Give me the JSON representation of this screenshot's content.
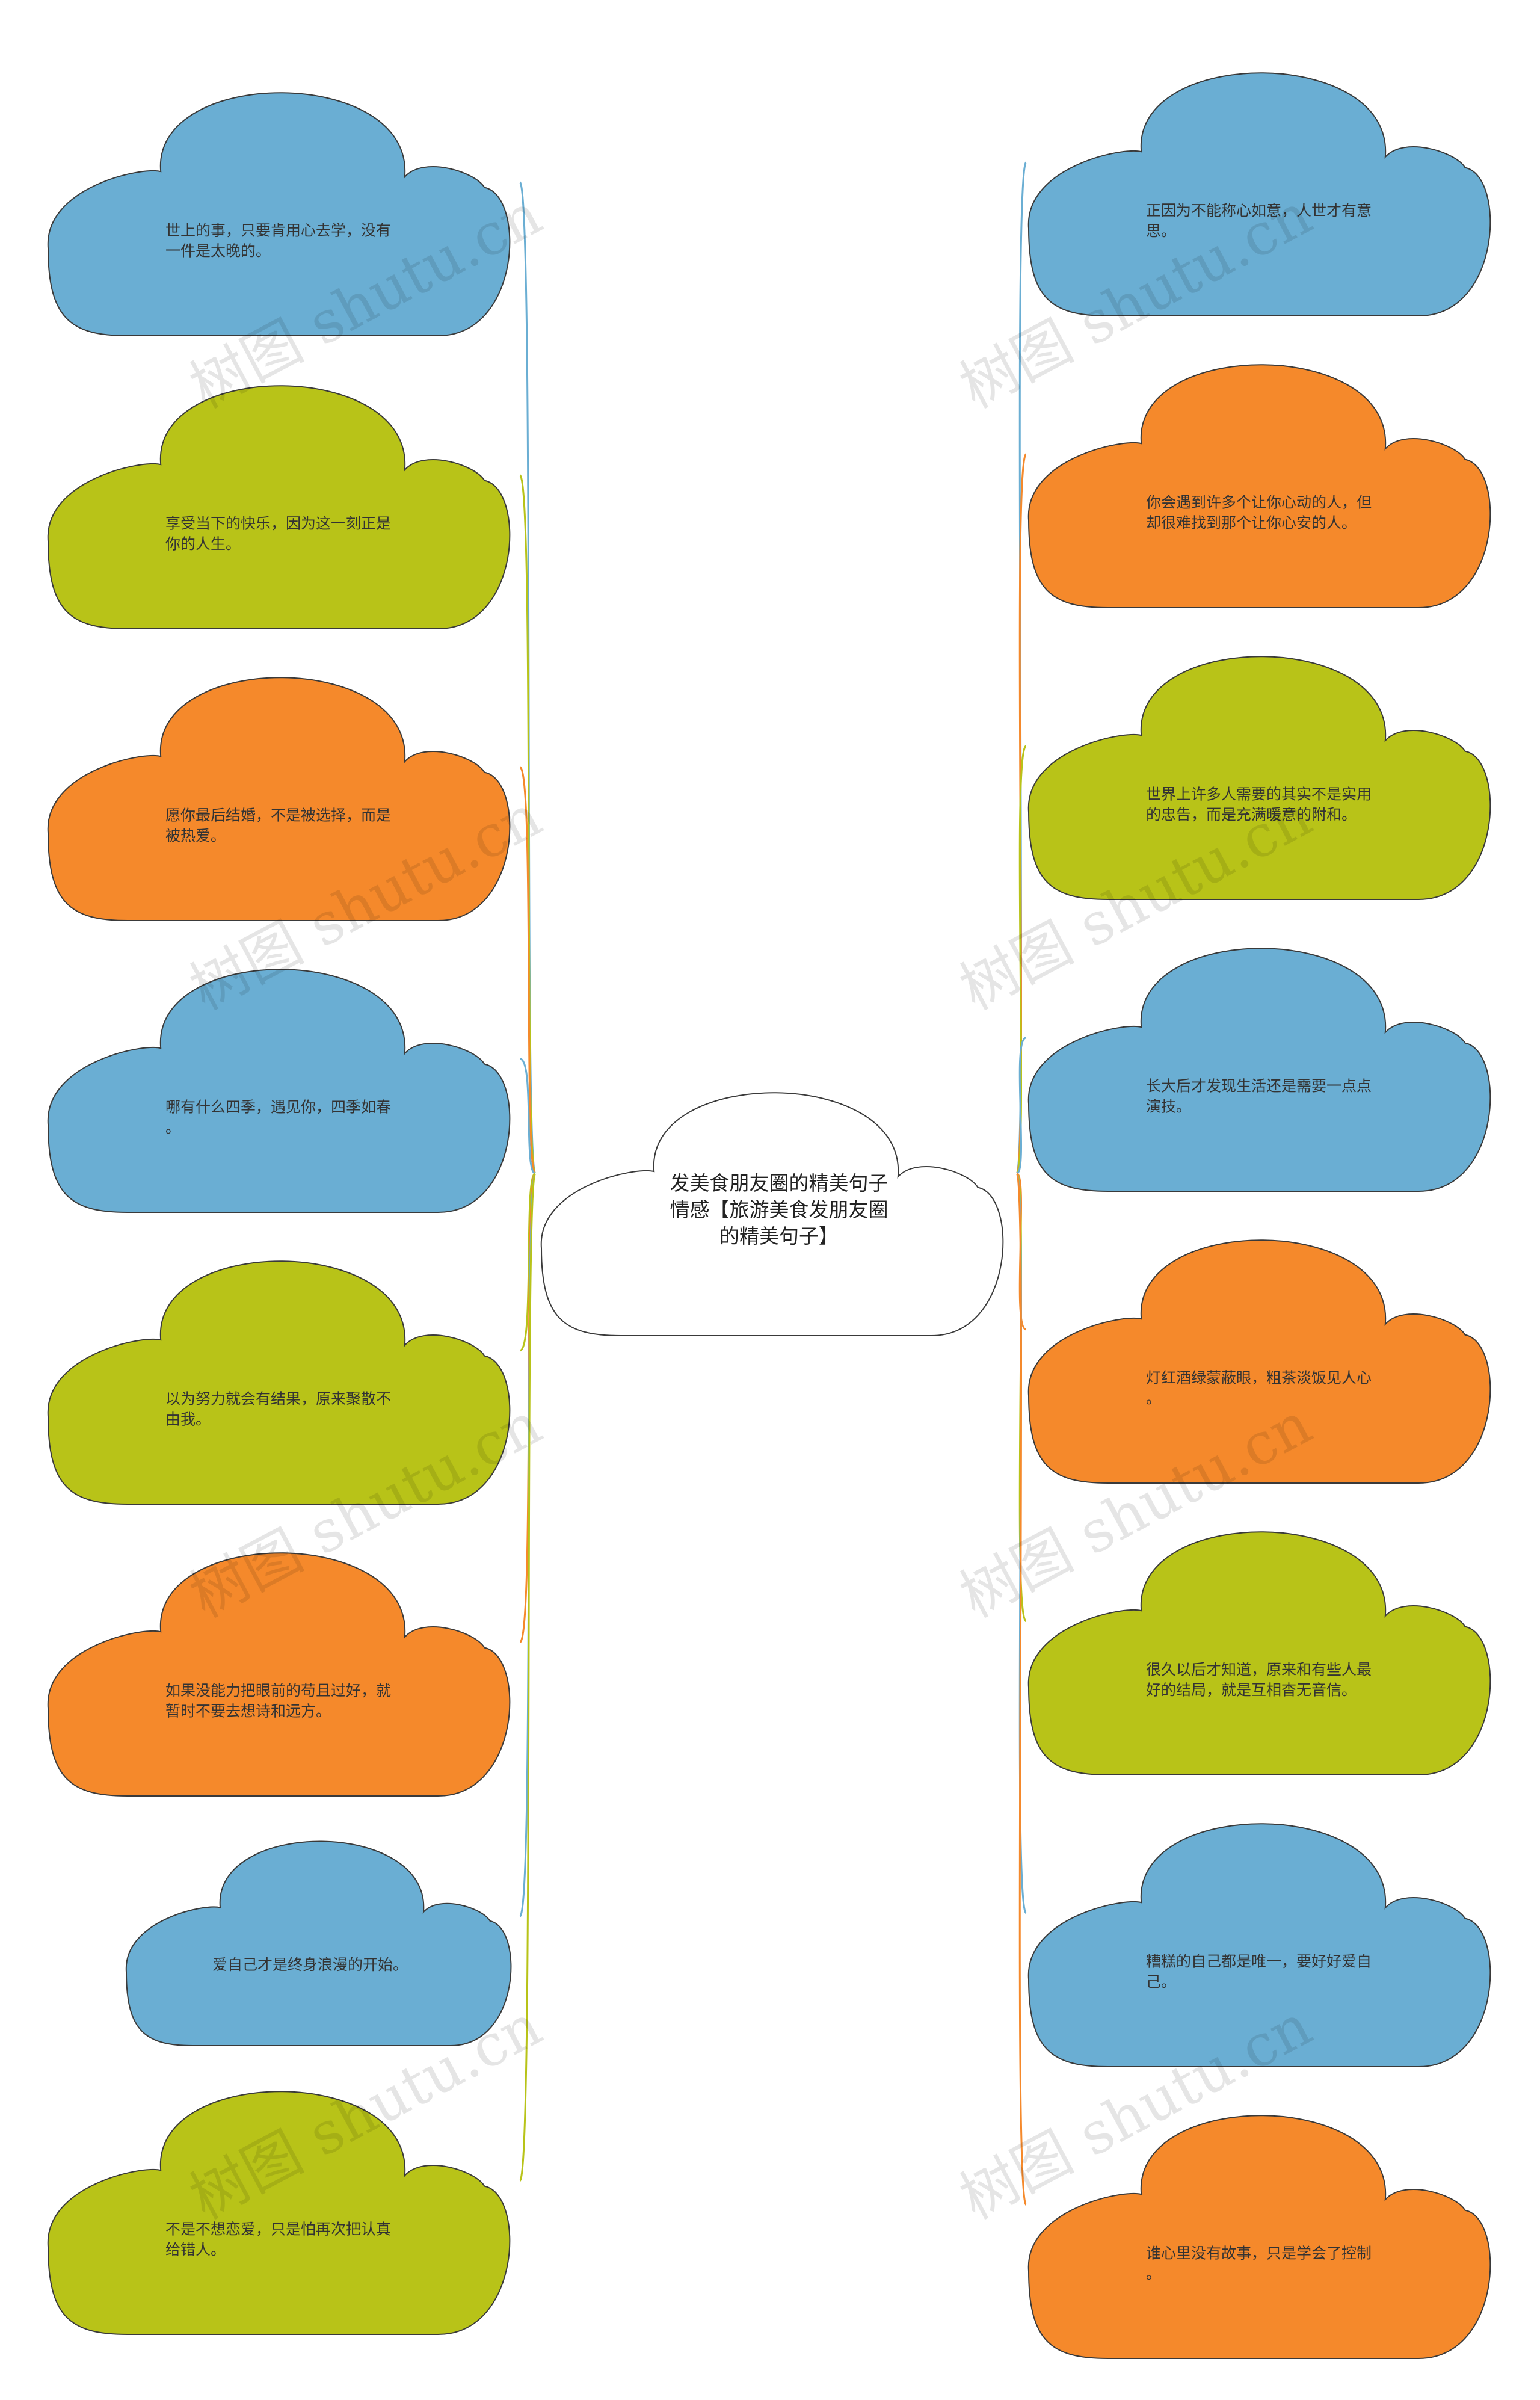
{
  "root": {
    "lines": [
      "发美食朋友圈的精美句子",
      "情感【旅游美食发朋友圈",
      "的精美句子】"
    ]
  },
  "colors": {
    "blue": "#6aaed3",
    "green": "#b8c318",
    "orange": "#f5892b",
    "root_fill": "#ffffff",
    "outline": "#3a3a3a"
  },
  "left_nodes": [
    {
      "color": "blue",
      "lines": [
        "世上的事，只要肯用心去学，没有",
        "一件是太晚的。"
      ]
    },
    {
      "color": "green",
      "lines": [
        "享受当下的快乐，因为这一刻正是",
        "你的人生。"
      ]
    },
    {
      "color": "orange",
      "lines": [
        "愿你最后结婚，不是被选择，而是",
        "被热爱。"
      ]
    },
    {
      "color": "blue",
      "lines": [
        "哪有什么四季，遇见你，四季如春",
        "。"
      ]
    },
    {
      "color": "green",
      "lines": [
        "以为努力就会有结果，原来聚散不",
        "由我。"
      ]
    },
    {
      "color": "orange",
      "lines": [
        "如果没能力把眼前的苟且过好，就",
        "暂时不要去想诗和远方。"
      ]
    },
    {
      "color": "blue",
      "lines": [
        "爱自己才是终身浪漫的开始。"
      ]
    },
    {
      "color": "green",
      "lines": [
        "不是不想恋爱，只是怕再次把认真",
        "给错人。"
      ]
    }
  ],
  "right_nodes": [
    {
      "color": "blue",
      "lines": [
        "正因为不能称心如意，人世才有意",
        "思。"
      ]
    },
    {
      "color": "orange",
      "lines": [
        "你会遇到许多个让你心动的人，但",
        "却很难找到那个让你心安的人。"
      ]
    },
    {
      "color": "green",
      "lines": [
        "世界上许多人需要的其实不是实用",
        "的忠告，而是充满暖意的附和。"
      ]
    },
    {
      "color": "blue",
      "lines": [
        "长大后才发现生活还是需要一点点",
        "演技。"
      ]
    },
    {
      "color": "orange",
      "lines": [
        "灯红酒绿蒙蔽眼，粗茶淡饭见人心",
        "。"
      ]
    },
    {
      "color": "green",
      "lines": [
        "很久以后才知道，原来和有些人最",
        "好的结局，就是互相杳无音信。"
      ]
    },
    {
      "color": "blue",
      "lines": [
        "糟糕的自己都是唯一，要好好爱自",
        "己。"
      ]
    },
    {
      "color": "orange",
      "lines": [
        "谁心里没有故事，只是学会了控制",
        "。"
      ]
    }
  ],
  "watermark_text": "树图 shutu.cn"
}
